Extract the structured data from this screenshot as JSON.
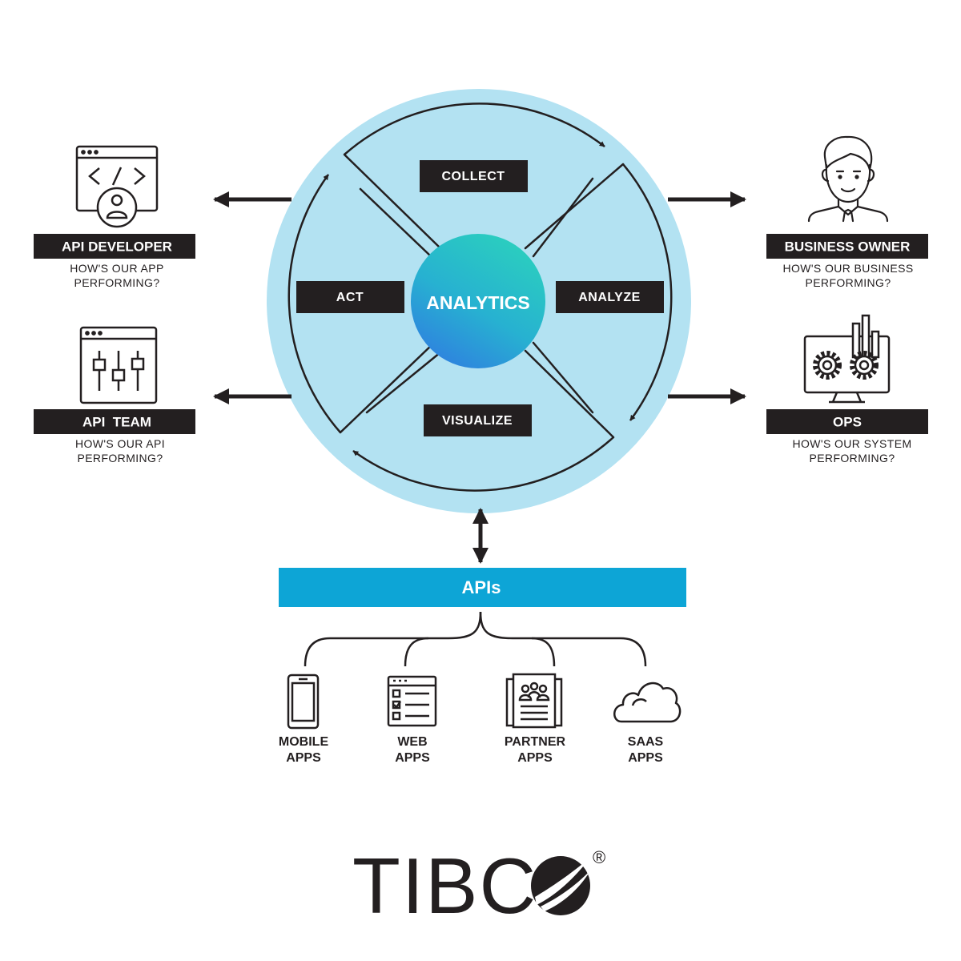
{
  "cycle": {
    "center_label": "ANALYTICS",
    "collect": "COLLECT",
    "analyze": "ANALYZE",
    "visualize": "VISUALIZE",
    "act": "ACT"
  },
  "personas": {
    "api_developer": {
      "title": "API DEVELOPER",
      "line1": "HOW'S OUR APP",
      "line2": "PERFORMING?"
    },
    "api_team": {
      "title": "API  TEAM",
      "line1": "HOW'S OUR API",
      "line2": "PERFORMING?"
    },
    "business_owner": {
      "title": "BUSINESS OWNER",
      "line1": "HOW'S OUR BUSINESS",
      "line2": "PERFORMING?"
    },
    "ops": {
      "title": "OPS",
      "line1": "HOW'S OUR SYSTEM",
      "line2": "PERFORMING?"
    }
  },
  "apis_bar": {
    "label": "APIs"
  },
  "apps": [
    {
      "line1": "MOBILE",
      "line2": "APPS",
      "icon": "mobile-phone-icon"
    },
    {
      "line1": "WEB",
      "line2": "APPS",
      "icon": "web-page-icon"
    },
    {
      "line1": "PARTNER",
      "line2": "APPS",
      "icon": "partner-document-icon"
    },
    {
      "line1": "SAAS",
      "line2": "APPS",
      "icon": "cloud-icon"
    }
  ],
  "logo": {
    "text": "TIBC",
    "registered": "®"
  },
  "colors": {
    "circle": "#b3e2f2",
    "label_bg": "#231f20",
    "apis_bar": "#0da5d6",
    "center_from": "#2bd1bd",
    "center_to": "#2f7ee0"
  }
}
